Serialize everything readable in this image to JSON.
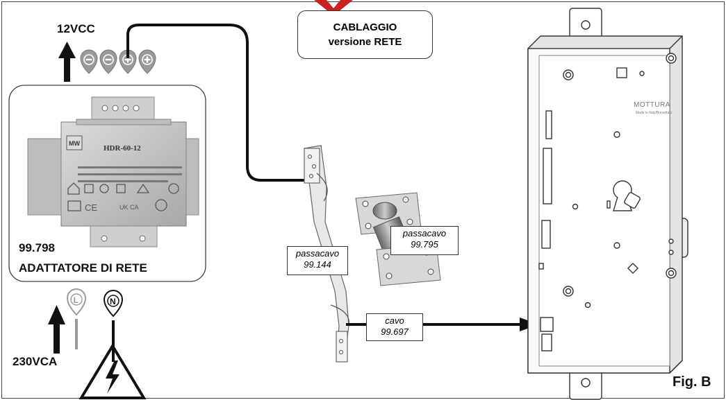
{
  "title": {
    "line1": "CABLAGGIO",
    "line2": "versione RETE"
  },
  "power_output": {
    "label": "12VCC",
    "terminals": [
      "−",
      "−",
      "+",
      "+"
    ]
  },
  "adapter": {
    "code": "99.798",
    "name": "ADATTATORE DI RETE",
    "model": "HDR-60-12"
  },
  "mains": {
    "label": "230VCA",
    "terminals": [
      "L",
      "N"
    ]
  },
  "cable_pass_1": {
    "name": "passacavo",
    "code": "99.144"
  },
  "cable_pass_2": {
    "name": "passacavo",
    "code": "99.795"
  },
  "cable": {
    "name": "cavo",
    "code": "99.697"
  },
  "lock": {
    "brand": "MOTTURA",
    "subtitle": "Made in Italy/Brevettato"
  },
  "figure": {
    "label": "Fig. B"
  },
  "colors": {
    "accent_red": "#cc1f1f",
    "wire": "#111111",
    "terminal_grey": "#9a9a9a"
  }
}
